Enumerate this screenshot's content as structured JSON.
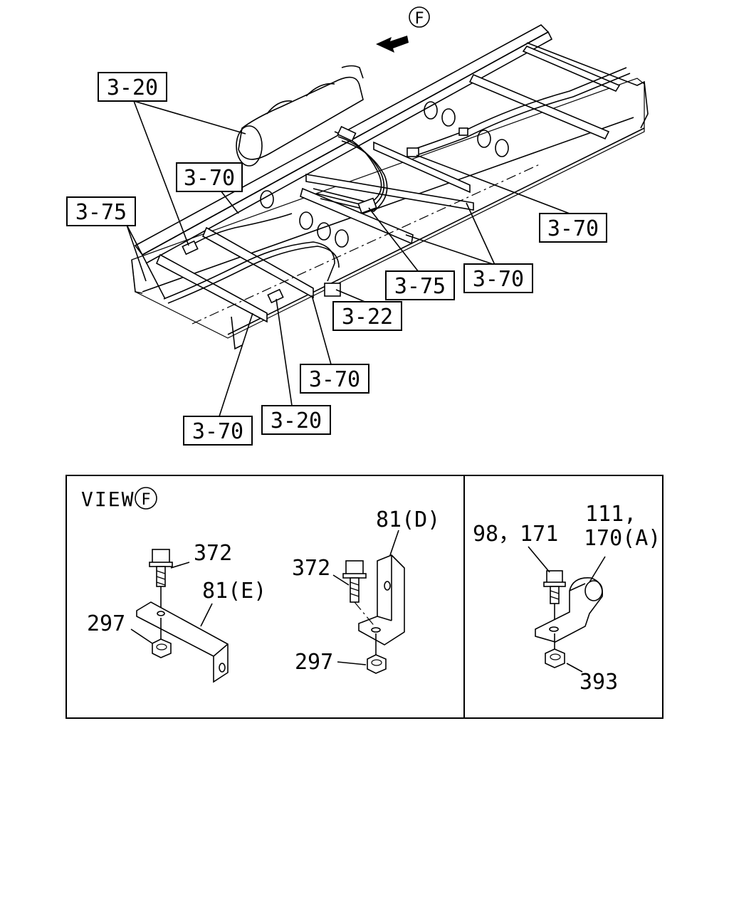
{
  "main_callouts": {
    "c_3_20_top": "3-20",
    "c_3_70_left": "3-70",
    "c_3_75_left": "3-75",
    "c_3_70_right": "3-70",
    "c_3_75_mid": "3-75",
    "c_3_70_mid": "3-70",
    "c_3_22": "3-22",
    "c_3_70_lower": "3-70",
    "c_3_20_bottom": "3-20",
    "c_3_70_bottom": "3-70"
  },
  "view_marker": "F",
  "detail_left": {
    "view_word": "VIEW",
    "view_letter": "F",
    "bolt_a": "372",
    "bracket_e": "81(E)",
    "nut_a": "297",
    "bracket_d": "81(D)",
    "bolt_b": "372",
    "nut_b": "297"
  },
  "detail_right": {
    "bolt_ref": "98，171",
    "clip_ref_line1": "111,",
    "clip_ref_line2": "170(A)",
    "nut_ref": "393"
  }
}
